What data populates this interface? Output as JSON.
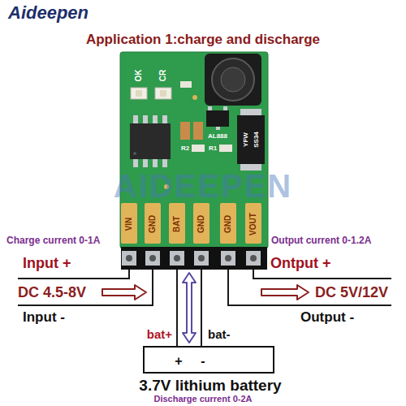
{
  "diagram": {
    "title": "Application 1:charge and discharge",
    "nodes": [
      {
        "text": [
          "OK",
          "CR",
          "AL888",
          "YFW",
          "SS34",
          "R2",
          "R1",
          "VIN",
          "GND",
          "BAT",
          "GND",
          "GND",
          "VOUT"
        ]
      },
      {
        "text": [
          "+",
          "-",
          "3.7V lithium battery"
        ]
      }
    ],
    "edges": [
      {
        "from": 0,
        "to": 1,
        "arrow": "none",
        "label": "bat+"
      },
      {
        "from": 0,
        "to": 1,
        "arrow": "none",
        "label": "bat-"
      },
      {
        "from": 0,
        "to": 1,
        "arrow": "both"
      }
    ],
    "labels": [
      "Aideepen",
      "AIDEEPEN",
      "Charge current 0-1A",
      "Output current 0-1.2A",
      "Input +",
      "DC 4.5-8V",
      "Input -",
      "Ontput +",
      "DC 5V/12V",
      "Output -",
      "Discharge current 0-2A"
    ]
  }
}
